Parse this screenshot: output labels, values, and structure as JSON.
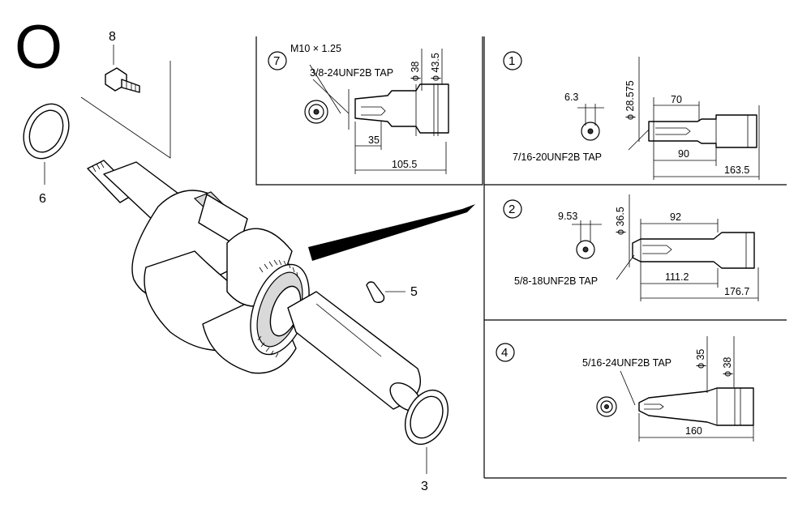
{
  "section_letter": "O",
  "callouts": {
    "bolt": "8",
    "washer_top": "6",
    "key": "5",
    "washer_bottom": "3"
  },
  "details": {
    "d7": {
      "number": "7",
      "thread_main": "M10 × 1.25",
      "tap": "3/8-24UNF2B TAP",
      "dia_small": "ϕ 38",
      "dia_large": "ϕ 43.5",
      "len_short": "35",
      "len_total": "105.5"
    },
    "d1": {
      "number": "1",
      "keyway": "6.3",
      "dia": "ϕ 28.575",
      "len_a": "70",
      "len_b": "90",
      "len_total": "163.5",
      "tap": "7/16-20UNF2B TAP"
    },
    "d2": {
      "number": "2",
      "keyway": "9.53",
      "dia": "ϕ 36.5",
      "len_a": "92",
      "len_b": "111.2",
      "len_total": "176.7",
      "tap": "5/8-18UNF2B TAP"
    },
    "d4": {
      "number": "4",
      "tap": "5/16-24UNF2B TAP",
      "dia_small": "ϕ 35",
      "dia_large": "ϕ 38",
      "len_total": "160"
    }
  }
}
